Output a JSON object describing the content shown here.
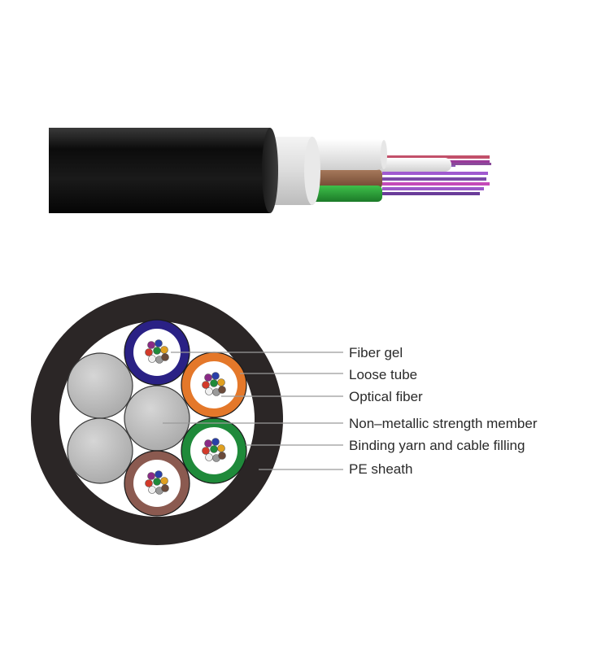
{
  "labels": {
    "fiber_gel": "Fiber gel",
    "loose_tube": "Loose tube",
    "optical_fiber": "Optical fiber",
    "strength_member": "Non–metallic strength member",
    "binding_yarn": "Binding yarn and cable filling",
    "pe_sheath": "PE sheath"
  },
  "colors": {
    "sheath": "#2b2626",
    "jacket": "#111111",
    "tube_blue": "#2a2185",
    "tube_orange": "#e4782a",
    "tube_green": "#1f8a3a",
    "tube_brown": "#8b5a50",
    "filler": "#b9b9b9",
    "strength_member": "#c4c4c4",
    "leader": "#9a9a9a"
  },
  "fiber_colors": [
    "#8a2a86",
    "#2a3fa8",
    "#d23a2a",
    "#1f8a3a",
    "#e0a020",
    "#f0f0f0",
    "#9a9a9a",
    "#6a4a3a"
  ]
}
